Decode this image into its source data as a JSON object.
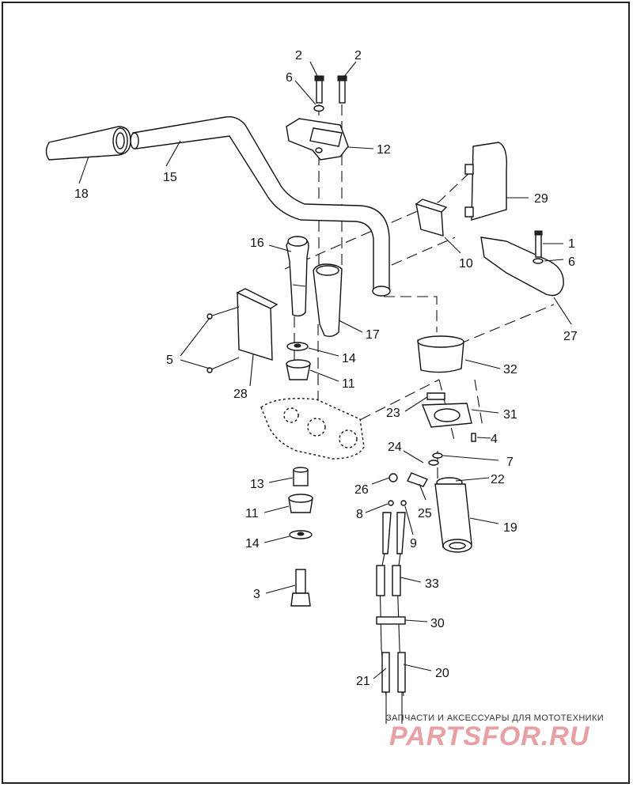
{
  "diagram": {
    "callouts": {
      "c1": "1",
      "c2a": "2",
      "c2b": "2",
      "c3": "3",
      "c4": "4",
      "c5": "5",
      "c6a": "6",
      "c6b": "6",
      "c7": "7",
      "c8": "8",
      "c9": "9",
      "c10": "10",
      "c11a": "11",
      "c11b": "11",
      "c12": "12",
      "c13": "13",
      "c14a": "14",
      "c14b": "14",
      "c15": "15",
      "c16": "16",
      "c17": "17",
      "c18": "18",
      "c19": "19",
      "c20": "20",
      "c21": "21",
      "c22": "22",
      "c23": "23",
      "c24": "24",
      "c25": "25",
      "c26": "26",
      "c27": "27",
      "c28": "28",
      "c29": "29",
      "c30": "30",
      "c31": "31",
      "c32": "32",
      "c33": "33"
    }
  },
  "watermark": {
    "caption": "ЗАПЧАСТИ И АКСЕССУАРЫ ДЛЯ МОТОТЕХНИКИ",
    "logo": "PARTSFOR.RU",
    "color": "#e8a0a4"
  }
}
